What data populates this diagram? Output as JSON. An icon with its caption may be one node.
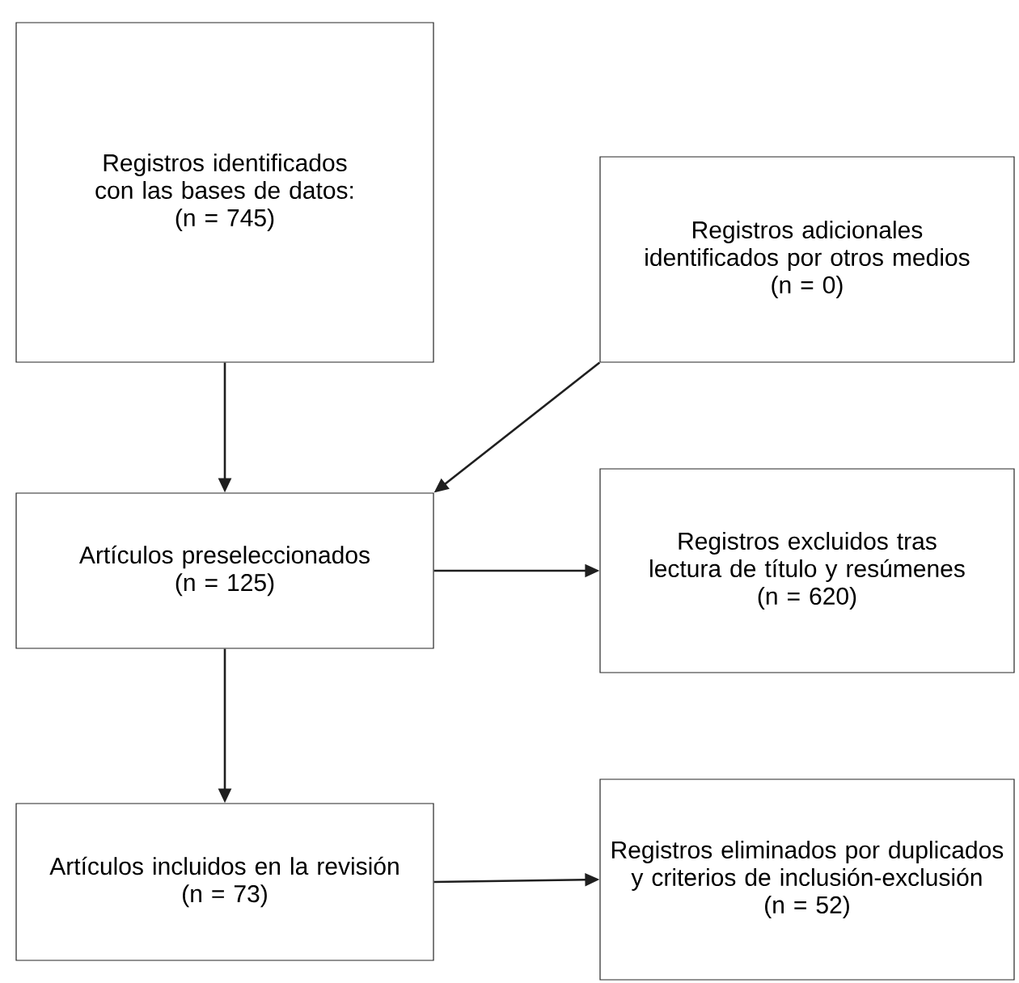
{
  "diagram": {
    "nodes": [
      {
        "text": [
          "Registros identificados con las bases de datos:",
          "(n = 745)"
        ]
      },
      {
        "text": [
          "Registros adicionales identificados por otros medios",
          "(n = 0)"
        ]
      },
      {
        "text": [
          "Artículos preseleccionados",
          "(n = 125)"
        ]
      },
      {
        "text": [
          "Registros excluidos tras lectura de título y resúmenes",
          "(n = 620)"
        ]
      },
      {
        "text": [
          "Artículos incluidos en la revisión",
          "(n = 73)"
        ]
      },
      {
        "text": [
          "Registros eliminados por duplicados y criterios de inclusión-exclusión",
          "(n = 52)"
        ]
      }
    ],
    "edges": [
      {
        "from": 0,
        "to": 2,
        "arrow": "to"
      },
      {
        "from": 1,
        "to": 2,
        "arrow": "to"
      },
      {
        "from": 2,
        "to": 3,
        "arrow": "to"
      },
      {
        "from": 2,
        "to": 4,
        "arrow": "to"
      },
      {
        "from": 4,
        "to": 5,
        "arrow": "to"
      }
    ]
  }
}
